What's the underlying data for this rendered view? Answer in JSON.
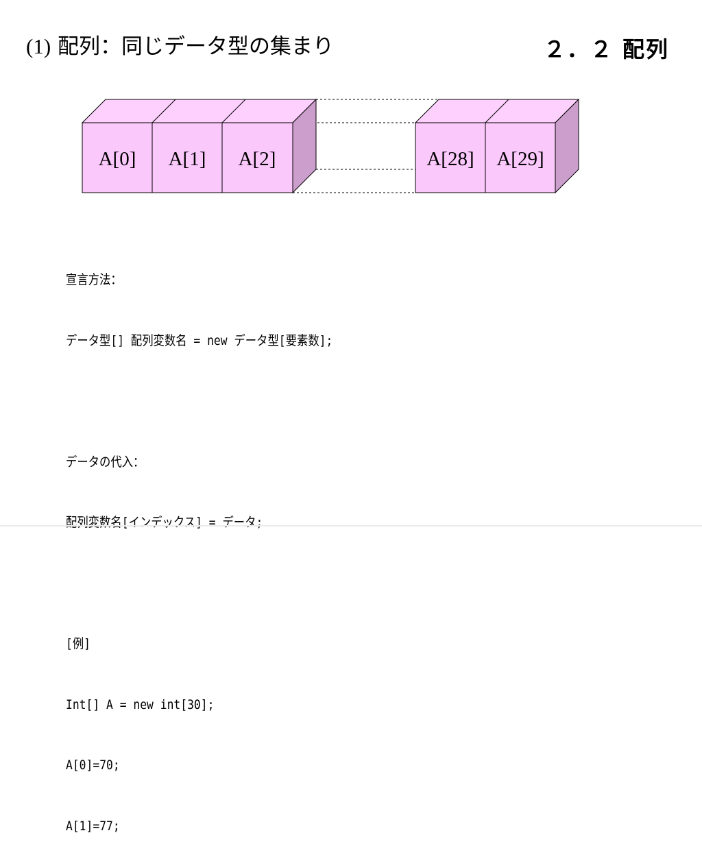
{
  "header": {
    "title_number": "(1)",
    "title_text": " 配列：同じデータ型の集まり",
    "section": "２．２ 配列"
  },
  "colors": {
    "box_front": "#fbc8fb",
    "box_top": "#fdd0fd",
    "box_side": "#cc9ecc",
    "outline": "#000000"
  },
  "diagram": {
    "cells": [
      {
        "label": "A[0]"
      },
      {
        "label": "A[1]"
      },
      {
        "label": "A[2]"
      },
      {
        "label": "A[28]"
      },
      {
        "label": "A[29]"
      }
    ]
  },
  "lines": [
    "宣言方法：",
    "データ型[] 配列変数名 = new データ型[要素数];",
    "",
    "データの代入：",
    "配列変数名[インデックス] = データ;",
    "",
    "[例]",
    "Int[] A = new int[30];",
    "A[0]=70;",
    "A[1]=77;"
  ]
}
